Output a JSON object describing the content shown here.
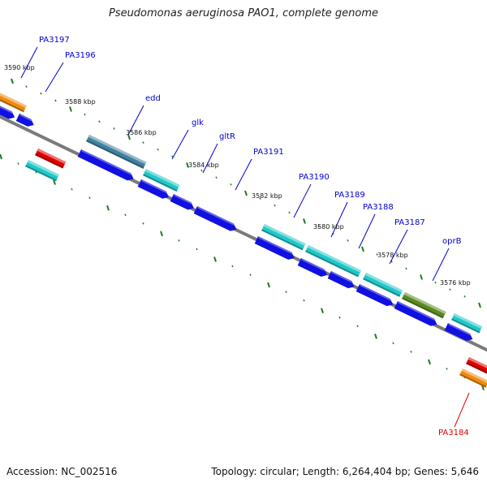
{
  "title": "Pseudomonas aeruginosa PAO1, complete genome",
  "footer": {
    "accession": "Accession: NC_002516",
    "summary": "Topology: circular; Length: 6,264,404 bp; Genes: 5,646"
  },
  "colors": {
    "backbone": "#7a7a7a",
    "tick": "#1d7a1d",
    "cds_blue": "#1010e0",
    "cds_cyan": "#20c8c8",
    "cds_teal_dark": "#4080a0",
    "cds_olive": "#5a8a20",
    "cds_red": "#e00000",
    "cds_orange": "#f08a10",
    "label_blue": "#0000cc",
    "label_red": "#dd0000"
  },
  "position_labels": [
    "3590 kbp",
    "3588 kbp",
    "3586 kbp",
    "3584 kbp",
    "3582 kbp",
    "3580 kbp",
    "3578 kbp",
    "3576 kbp"
  ],
  "gene_labels": [
    {
      "text": "PA3197",
      "color": "blue"
    },
    {
      "text": "PA3196",
      "color": "blue"
    },
    {
      "text": "edd",
      "color": "blue"
    },
    {
      "text": "glk",
      "color": "blue"
    },
    {
      "text": "gltR",
      "color": "blue"
    },
    {
      "text": "PA3191",
      "color": "blue"
    },
    {
      "text": "PA3190",
      "color": "blue"
    },
    {
      "text": "PA3189",
      "color": "blue"
    },
    {
      "text": "PA3188",
      "color": "blue"
    },
    {
      "text": "PA3187",
      "color": "blue"
    },
    {
      "text": "oprB",
      "color": "blue"
    },
    {
      "text": "PA3184",
      "color": "red"
    }
  ],
  "features": [
    {
      "track": "outer",
      "color": "orange"
    },
    {
      "track": "outer",
      "color": "teal_dark"
    },
    {
      "track": "outer",
      "color": "cyan"
    },
    {
      "track": "outer",
      "color": "cyan"
    },
    {
      "track": "outer",
      "color": "cyan"
    },
    {
      "track": "outer",
      "color": "cyan"
    },
    {
      "track": "outer",
      "color": "olive"
    },
    {
      "track": "outer",
      "color": "cyan"
    },
    {
      "track": "inner",
      "color": "blue"
    },
    {
      "track": "inner",
      "color": "blue"
    },
    {
      "track": "inner",
      "color": "blue"
    },
    {
      "track": "inner",
      "color": "blue"
    },
    {
      "track": "inner",
      "color": "blue"
    },
    {
      "track": "inner",
      "color": "blue"
    },
    {
      "track": "inner",
      "color": "blue"
    },
    {
      "track": "inner",
      "color": "blue"
    },
    {
      "track": "inner",
      "color": "blue"
    },
    {
      "track": "inner",
      "color": "blue"
    },
    {
      "track": "inner",
      "color": "blue"
    },
    {
      "track": "inner",
      "color": "blue"
    },
    {
      "track": "reverse",
      "color": "red"
    },
    {
      "track": "reverse",
      "color": "cyan"
    },
    {
      "track": "reverse",
      "color": "red"
    },
    {
      "track": "reverse",
      "color": "orange"
    }
  ]
}
